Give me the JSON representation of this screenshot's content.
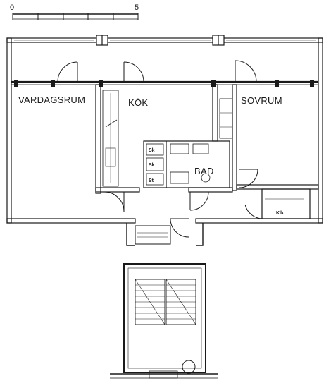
{
  "scale_bar": {
    "start": "0",
    "end": "5"
  },
  "rooms": {
    "living": "VARDAGSRUM",
    "kitchen": "KÖK",
    "bedroom": "SOVRUM",
    "bath": "BAD"
  },
  "fixtures": {
    "kitchen_top": "Sk",
    "kitchen_mid": "Sk",
    "kitchen_low": "St",
    "closet": "Klk"
  },
  "colors": {
    "ink": "#1a1a1a",
    "paper": "#ffffff"
  }
}
